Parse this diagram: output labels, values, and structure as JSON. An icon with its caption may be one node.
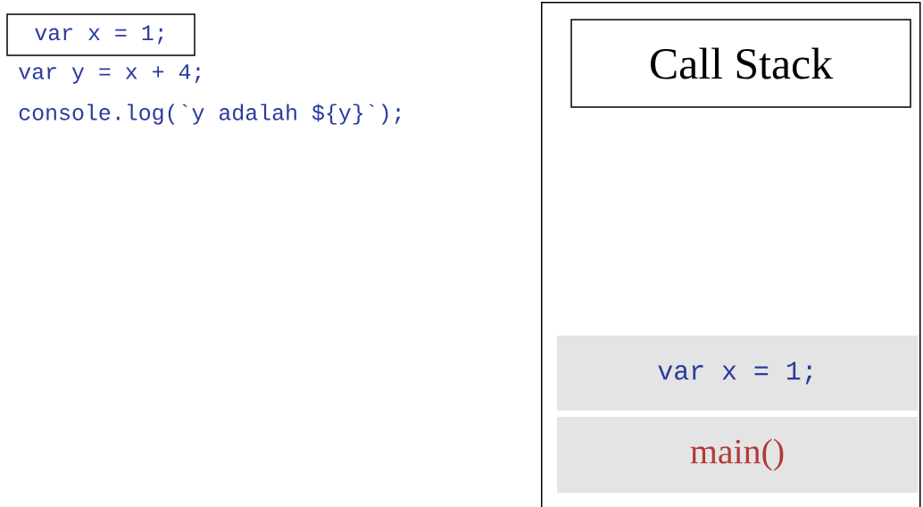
{
  "diagram": {
    "nodes": [
      {
        "text": [
          "var x = 1;"
        ]
      },
      {
        "text": [],
        "shape": "box"
      },
      {
        "text": [
          "Call Stack"
        ],
        "in": 1
      },
      {
        "text": [
          "var x = 1;"
        ],
        "in": 1
      },
      {
        "text": [
          "main()"
        ],
        "in": 1
      }
    ],
    "labels": [
      "var y = x + 4;",
      "console.log(`y adalah ${y}`);"
    ]
  }
}
